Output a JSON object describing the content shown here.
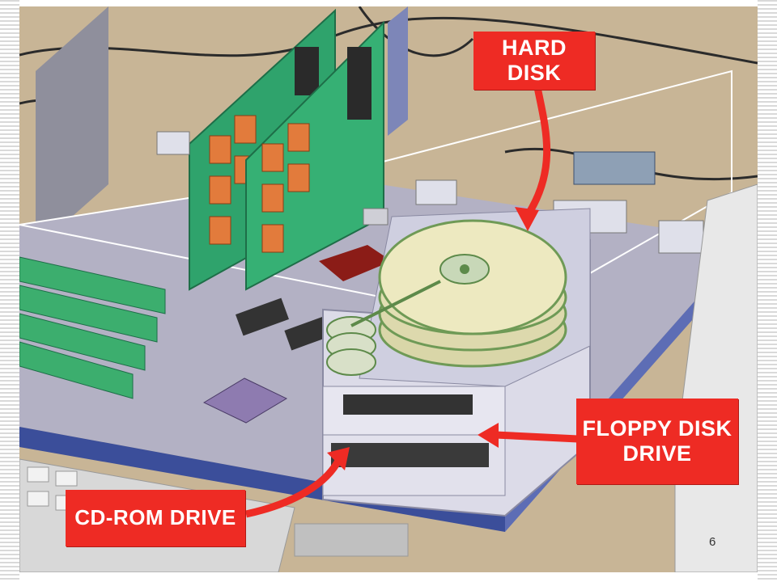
{
  "labels": {
    "hard_disk": "HARD DISK",
    "floppy_line1": "FLOPPY DISK",
    "floppy_line2": "DRIVE",
    "cd_rom": "CD-ROM DRIVE"
  },
  "page_number": "6",
  "colors": {
    "callout_red": "#ee2b24",
    "board": "#b8b7c9",
    "card_green": "#2fa36c",
    "platter": "#e9e6b8"
  }
}
